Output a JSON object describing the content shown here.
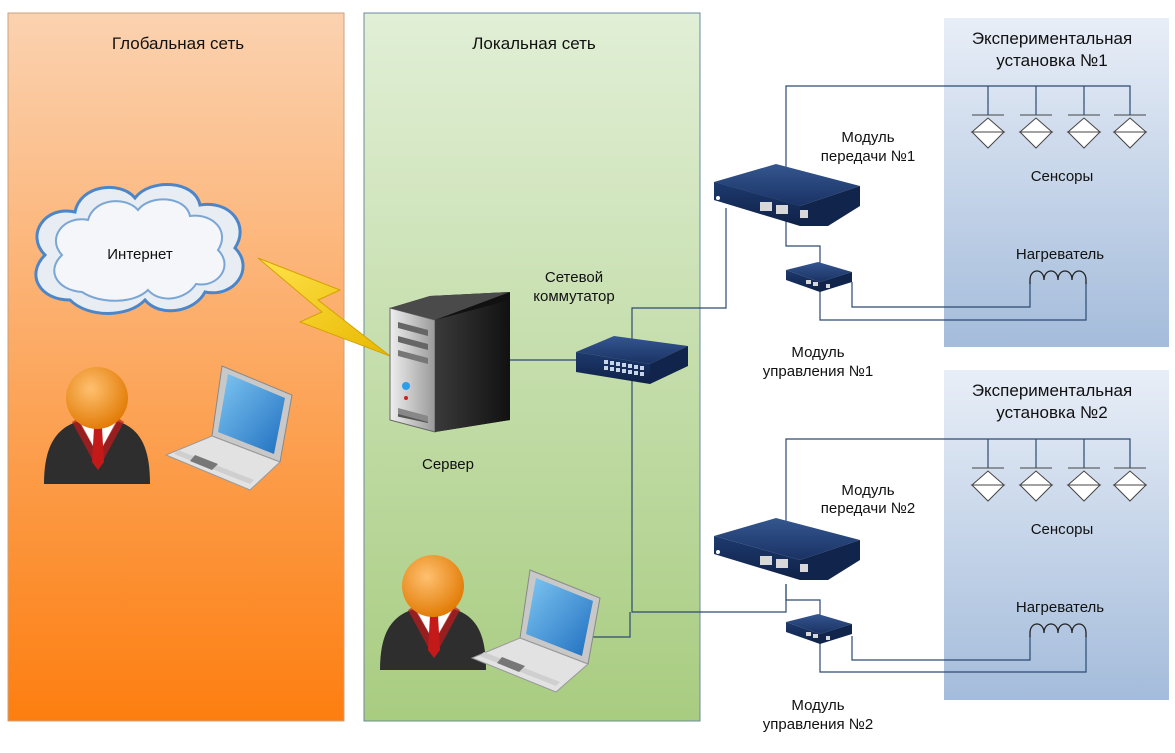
{
  "zones": {
    "global": {
      "title": "Глобальная сеть"
    },
    "local": {
      "title": "Локальная сеть"
    },
    "setup1": {
      "title_line1": "Экспериментальная",
      "title_line2": "установка №1"
    },
    "setup2": {
      "title_line1": "Экспериментальная",
      "title_line2": "установка №2"
    }
  },
  "labels": {
    "internet": "Интернет",
    "switch_line1": "Сетевой",
    "switch_line2": "коммутатор",
    "server": "Сервер",
    "tx1_line1": "Модуль",
    "tx1_line2": "передачи №1",
    "ctrl1_line1": "Модуль",
    "ctrl1_line2": "управления №1",
    "tx2_line1": "Модуль",
    "tx2_line2": "передачи №2",
    "ctrl2_line1": "Модуль",
    "ctrl2_line2": "управления №2",
    "sensors1": "Сенсоры",
    "heater1": "Нагреватель",
    "sensors2": "Сенсоры",
    "heater2": "Нагреватель"
  },
  "colors": {
    "global_top": "#fbd2b0",
    "global_bottom": "#fd7e10",
    "local_top": "#e1efd6",
    "local_bottom": "#a8cc80",
    "setup_top": "#e6ecf5",
    "setup_bottom": "#a4bcdb",
    "device": "#1d3a6e",
    "wire": "#2c4a72"
  }
}
